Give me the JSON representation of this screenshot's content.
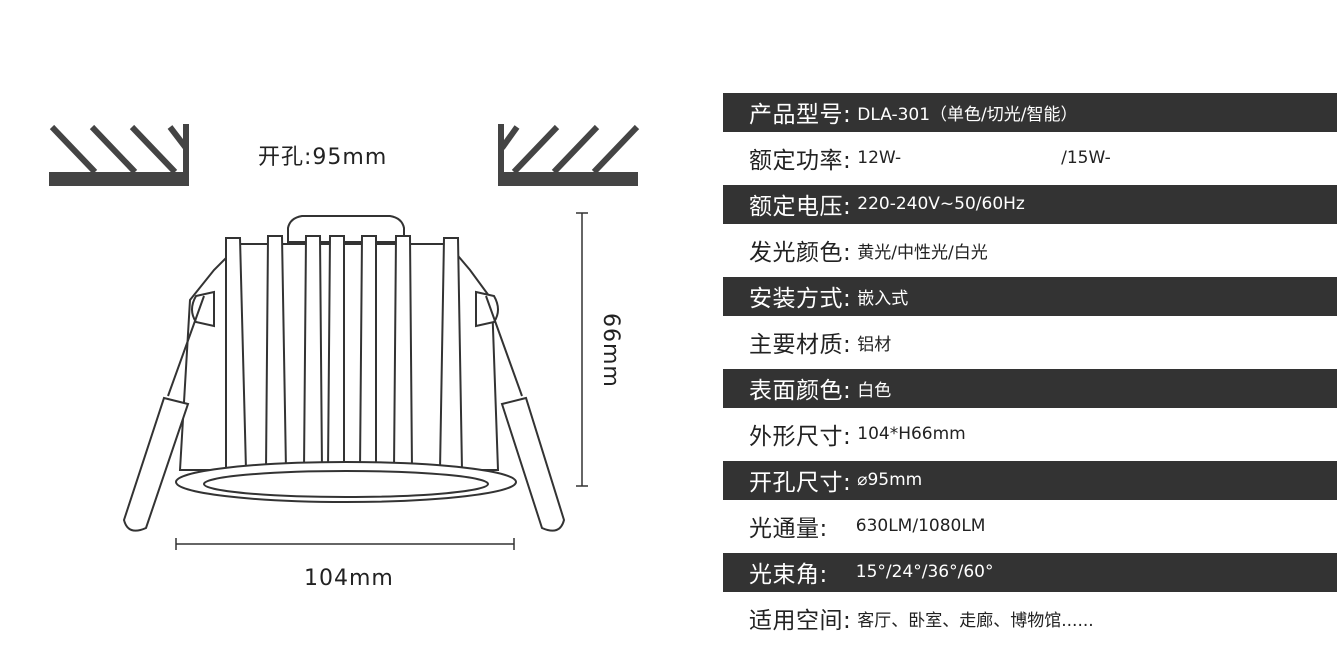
{
  "drawing": {
    "hole_label": "开孔:95mm",
    "height_label": "66mm",
    "width_label": "104mm"
  },
  "specs": [
    {
      "label": "产品型号:",
      "value": "DLA-301（单色/切光/智能）",
      "dark": true
    },
    {
      "label": "额定功率:",
      "value": "12W-",
      "value2": "/15W-",
      "dark": false
    },
    {
      "label": "额定电压:",
      "value": "220-240V~50/60Hz",
      "dark": true
    },
    {
      "label": "发光颜色:",
      "value": "黄光/中性光/白光",
      "dark": false
    },
    {
      "label": "安装方式:",
      "value": "嵌入式",
      "dark": true
    },
    {
      "label": "主要材质:",
      "value": "铝材",
      "dark": false
    },
    {
      "label": "表面颜色:",
      "value": "白色",
      "dark": true
    },
    {
      "label": "外形尺寸:",
      "value": "104*H66mm",
      "dark": false
    },
    {
      "label": "开孔尺寸:",
      "value": "⌀95mm",
      "dark": true
    },
    {
      "label": "光通量:",
      "value": "630LM/1080LM",
      "dark": false
    },
    {
      "label": "光束角:",
      "value": "15°/24°/36°/60°",
      "dark": true
    },
    {
      "label": "适用空间:",
      "value": "客厅、卧室、走廊、博物馆......",
      "dark": false
    }
  ]
}
